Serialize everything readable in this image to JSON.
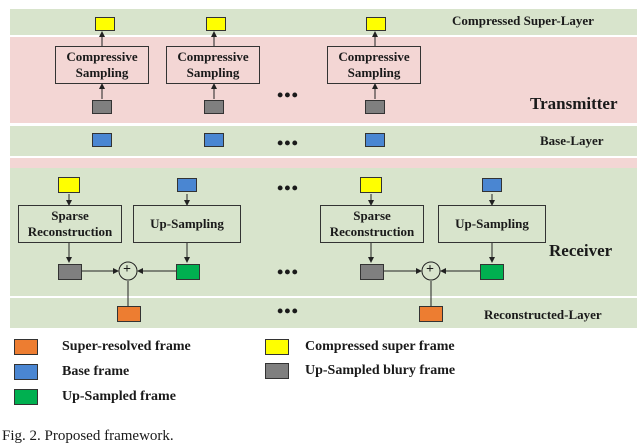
{
  "layers": {
    "compressed_super_layer": "Compressed Super-Layer",
    "transmitter": "Transmitter",
    "base_layer": "Base-Layer",
    "receiver": "Receiver",
    "reconstructed_layer": "Reconstructed-Layer"
  },
  "blocks": {
    "compressive_sampling": "Compressive Sampling",
    "sparse_reconstruction": "Sparse Reconstruction",
    "up_sampling": "Up-Sampling"
  },
  "ellipsis": "•••",
  "plus": "+",
  "legend": [
    {
      "label": "Super-resolved frame",
      "color": "#ed7d31"
    },
    {
      "label": "Compressed super frame",
      "color": "#ffff00"
    },
    {
      "label": "Base frame",
      "color": "#4a86d2"
    },
    {
      "label": "Up-Sampled blury frame",
      "color": "#7f7f7f"
    },
    {
      "label": "Up-Sampled frame",
      "color": "#00b050"
    }
  ],
  "caption": "Fig. 2.  Proposed framework."
}
